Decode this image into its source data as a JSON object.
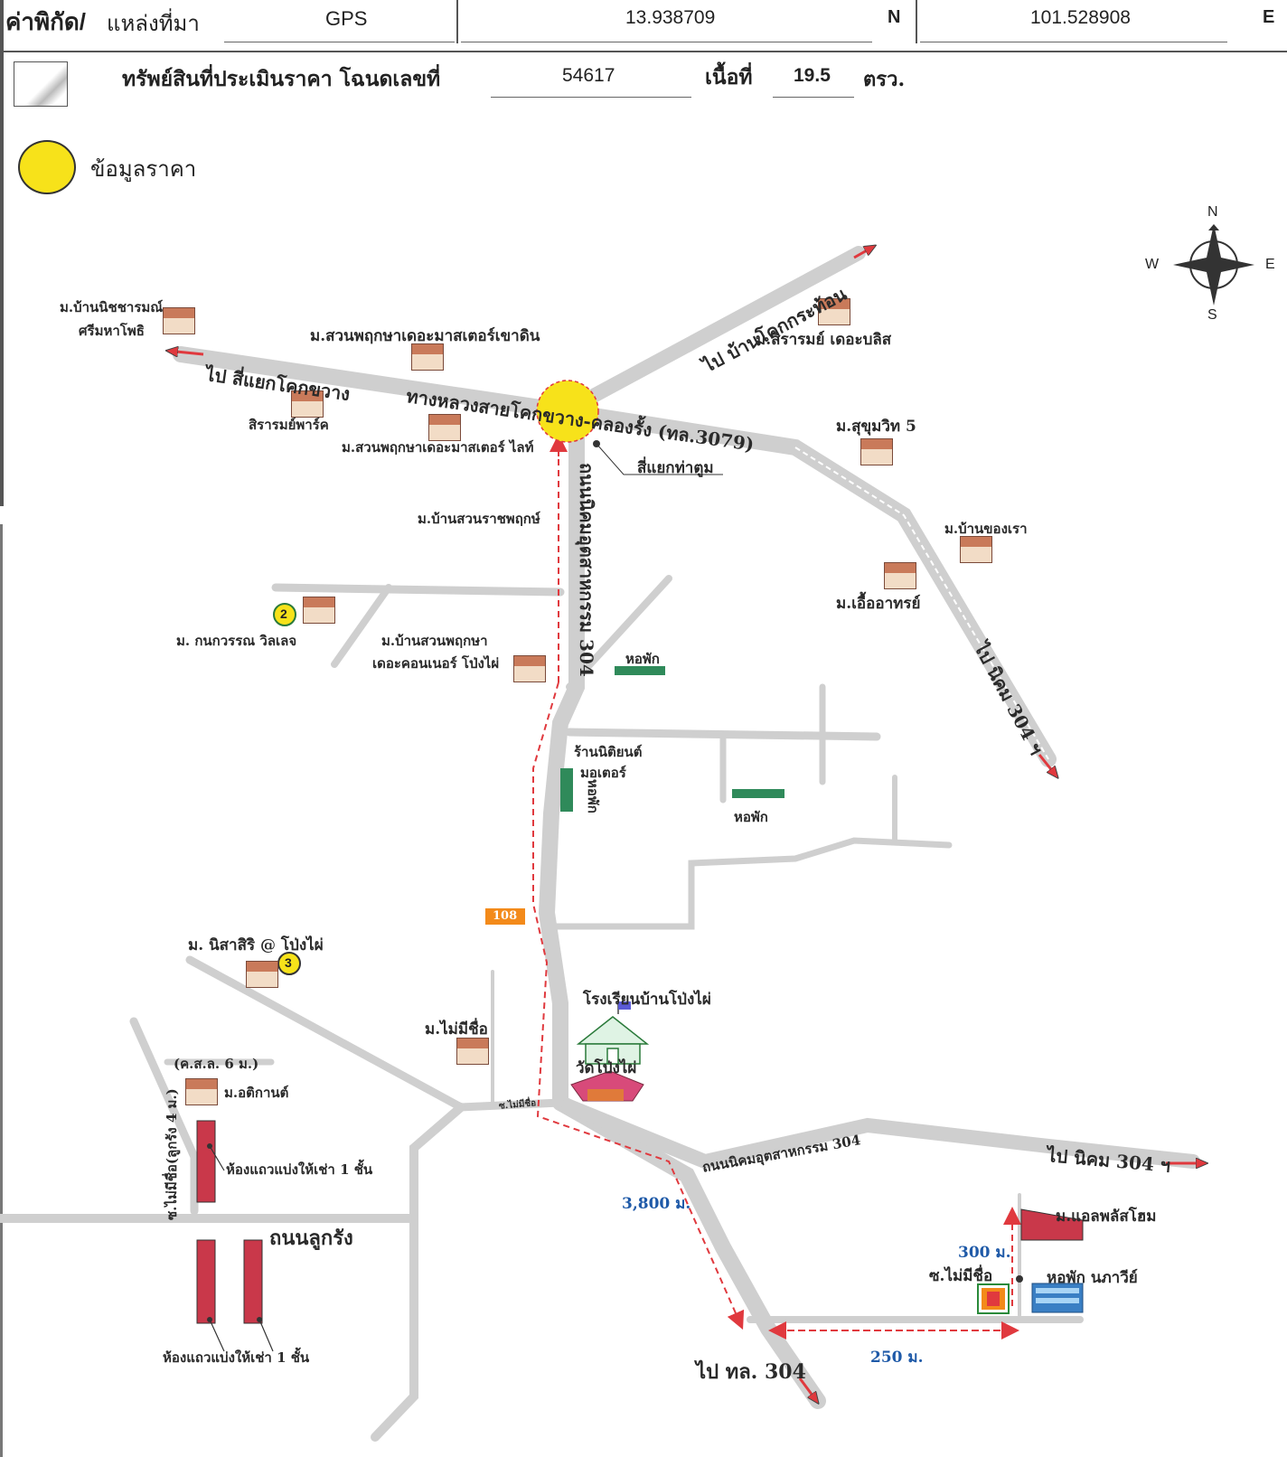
{
  "header": {
    "coord_label": "ค่าพิกัด/",
    "source_label": "แหล่งที่มา",
    "source_value": "GPS",
    "lat_value": "13.938709",
    "lat_unit": "N",
    "lon_value": "101.528908",
    "lon_unit": "E"
  },
  "property": {
    "label": "ทรัพย์สินที่ประเมินราคา โฉนดเลขที่",
    "deed_no": "54617",
    "area_label": "เนื้อที่",
    "area_value": "19.5",
    "area_unit": "ตรว."
  },
  "legend": {
    "price_info_label": "ข้อมูลราคา"
  },
  "compass": {
    "n": "N",
    "s": "S",
    "e": "E",
    "w": "W"
  },
  "labels": {
    "nitcharom": "ม.บ้านนิชชารมณ์",
    "srimahaphot": "ศรีมหาโพธิ",
    "suanpruksa_khaodin": "ม.สวนพฤกษาเดอะมาสเตอร์เขาดิน",
    "to_kokkwang": "ไป สี่แยกโคกขวาง",
    "highway": "ทางหลวงสายโคกขวาง-คลองรั้ง (ทล.3079)",
    "to_kokkrathon": "ไป บ้านโคกกระท้อน",
    "sirarom_bliss": "ม.สิรารมย์ เดอะบลิส",
    "sirarom_park": "สิรารมย์พาร์ค",
    "suanpruksa_lite": "ม.สวนพฤกษาเดอะมาสเตอร์ ไลท์",
    "thatum": "สี่แยกท่าตูม",
    "sukhumvit5": "ม.สุขุมวิท 5",
    "suanratchapruk": "ม.บ้านสวนราชพฤกษ์",
    "road304": "ถนนนิคมอุตสาหกรรม 304",
    "khongrao": "ม.บ้านของเรา",
    "uea_athorn": "ม.เอื้ออาทรย์",
    "kanokwan": "ม. กนกวรรณ วิลเลจ",
    "suanpruksa_condo_1": "ม.บ้านสวนพฤกษา",
    "suanpruksa_condo_2": "เดอะคอนเนอร์ โป่งไผ่",
    "dorm1": "หอพัก",
    "to_nikhom_north": "ไป นิคม 304 ฯ",
    "motor_1": "ร้านนิติยนต์",
    "motor_2": "มอเตอร์",
    "dorm2": "หอพัก",
    "dorm3": "หอพัก",
    "nisasiri": "ม. นิสาสิริ @ โป่งไผ่",
    "no_name_village": "ม.ไม่มีชื่อ",
    "school": "โรงเรียนบ้านโป่งไผ่",
    "temple": "วัดโป่งไผ่",
    "ksl": "(ค.ส.ล. 6 ม.)",
    "atikan": "ม.อติกานต์",
    "soi_no_name_small": "ซ.ไม่มีชื่อ",
    "soi_lukrang": "ซ.ไม่มีชื่อ(ลูกรัง 4 ม.)",
    "rowhouse_1": "ห้องแถวแบ่งให้เช่า 1 ชั้น",
    "lukrang_road": "ถนนลูกรัง",
    "rowhouse_2": "ห้องแถวแบ่งให้เช่า 1 ชั้น",
    "road304_south": "ถนนนิคมอุตสาหกรรม 304",
    "to_nikhom_east": "ไป นิคม 304 ฯ",
    "dist_3800": "3,800 ม.",
    "plus_home": "ม.แอลพลัสโฮม",
    "dist_300": "300 ม.",
    "soi_no_name": "ซ.ไม่มีชื่อ",
    "dorm_naphawee": "หอพัก นภาวีย์",
    "dist_250": "250 ม.",
    "to_tl304": "ไป ทล. 304",
    "sign_108": "108"
  },
  "map_points": {
    "price_marker": "2",
    "price_marker_2": "3"
  },
  "colors": {
    "road": "#cfcfcf",
    "route": "#e0393e",
    "marker": "#f7e21a",
    "dist": "#1f5aa8",
    "plot": "#c9384a"
  }
}
